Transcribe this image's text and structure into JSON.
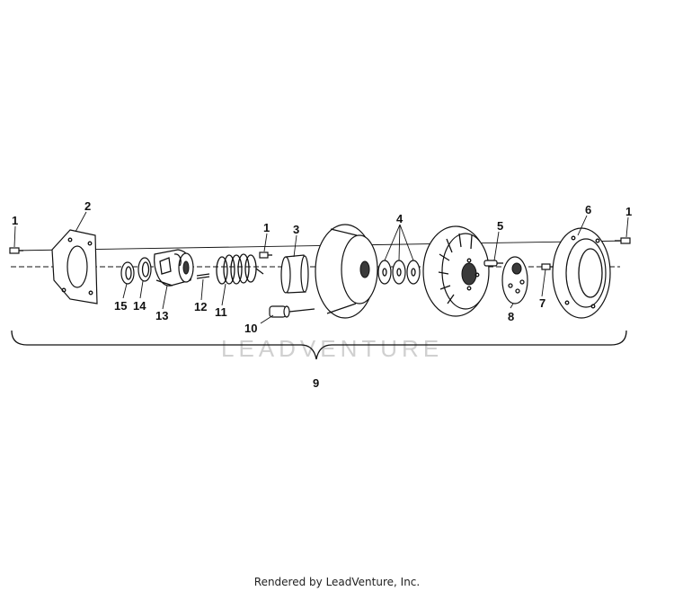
{
  "diagram": {
    "callouts": [
      "1",
      "2",
      "1",
      "3",
      "4",
      "5",
      "6",
      "1",
      "15",
      "14",
      "13",
      "12",
      "11",
      "10",
      "8",
      "7",
      "9"
    ],
    "watermark": "LEADVENTURE"
  },
  "footer": {
    "text": "Rendered by LeadVenture, Inc."
  }
}
